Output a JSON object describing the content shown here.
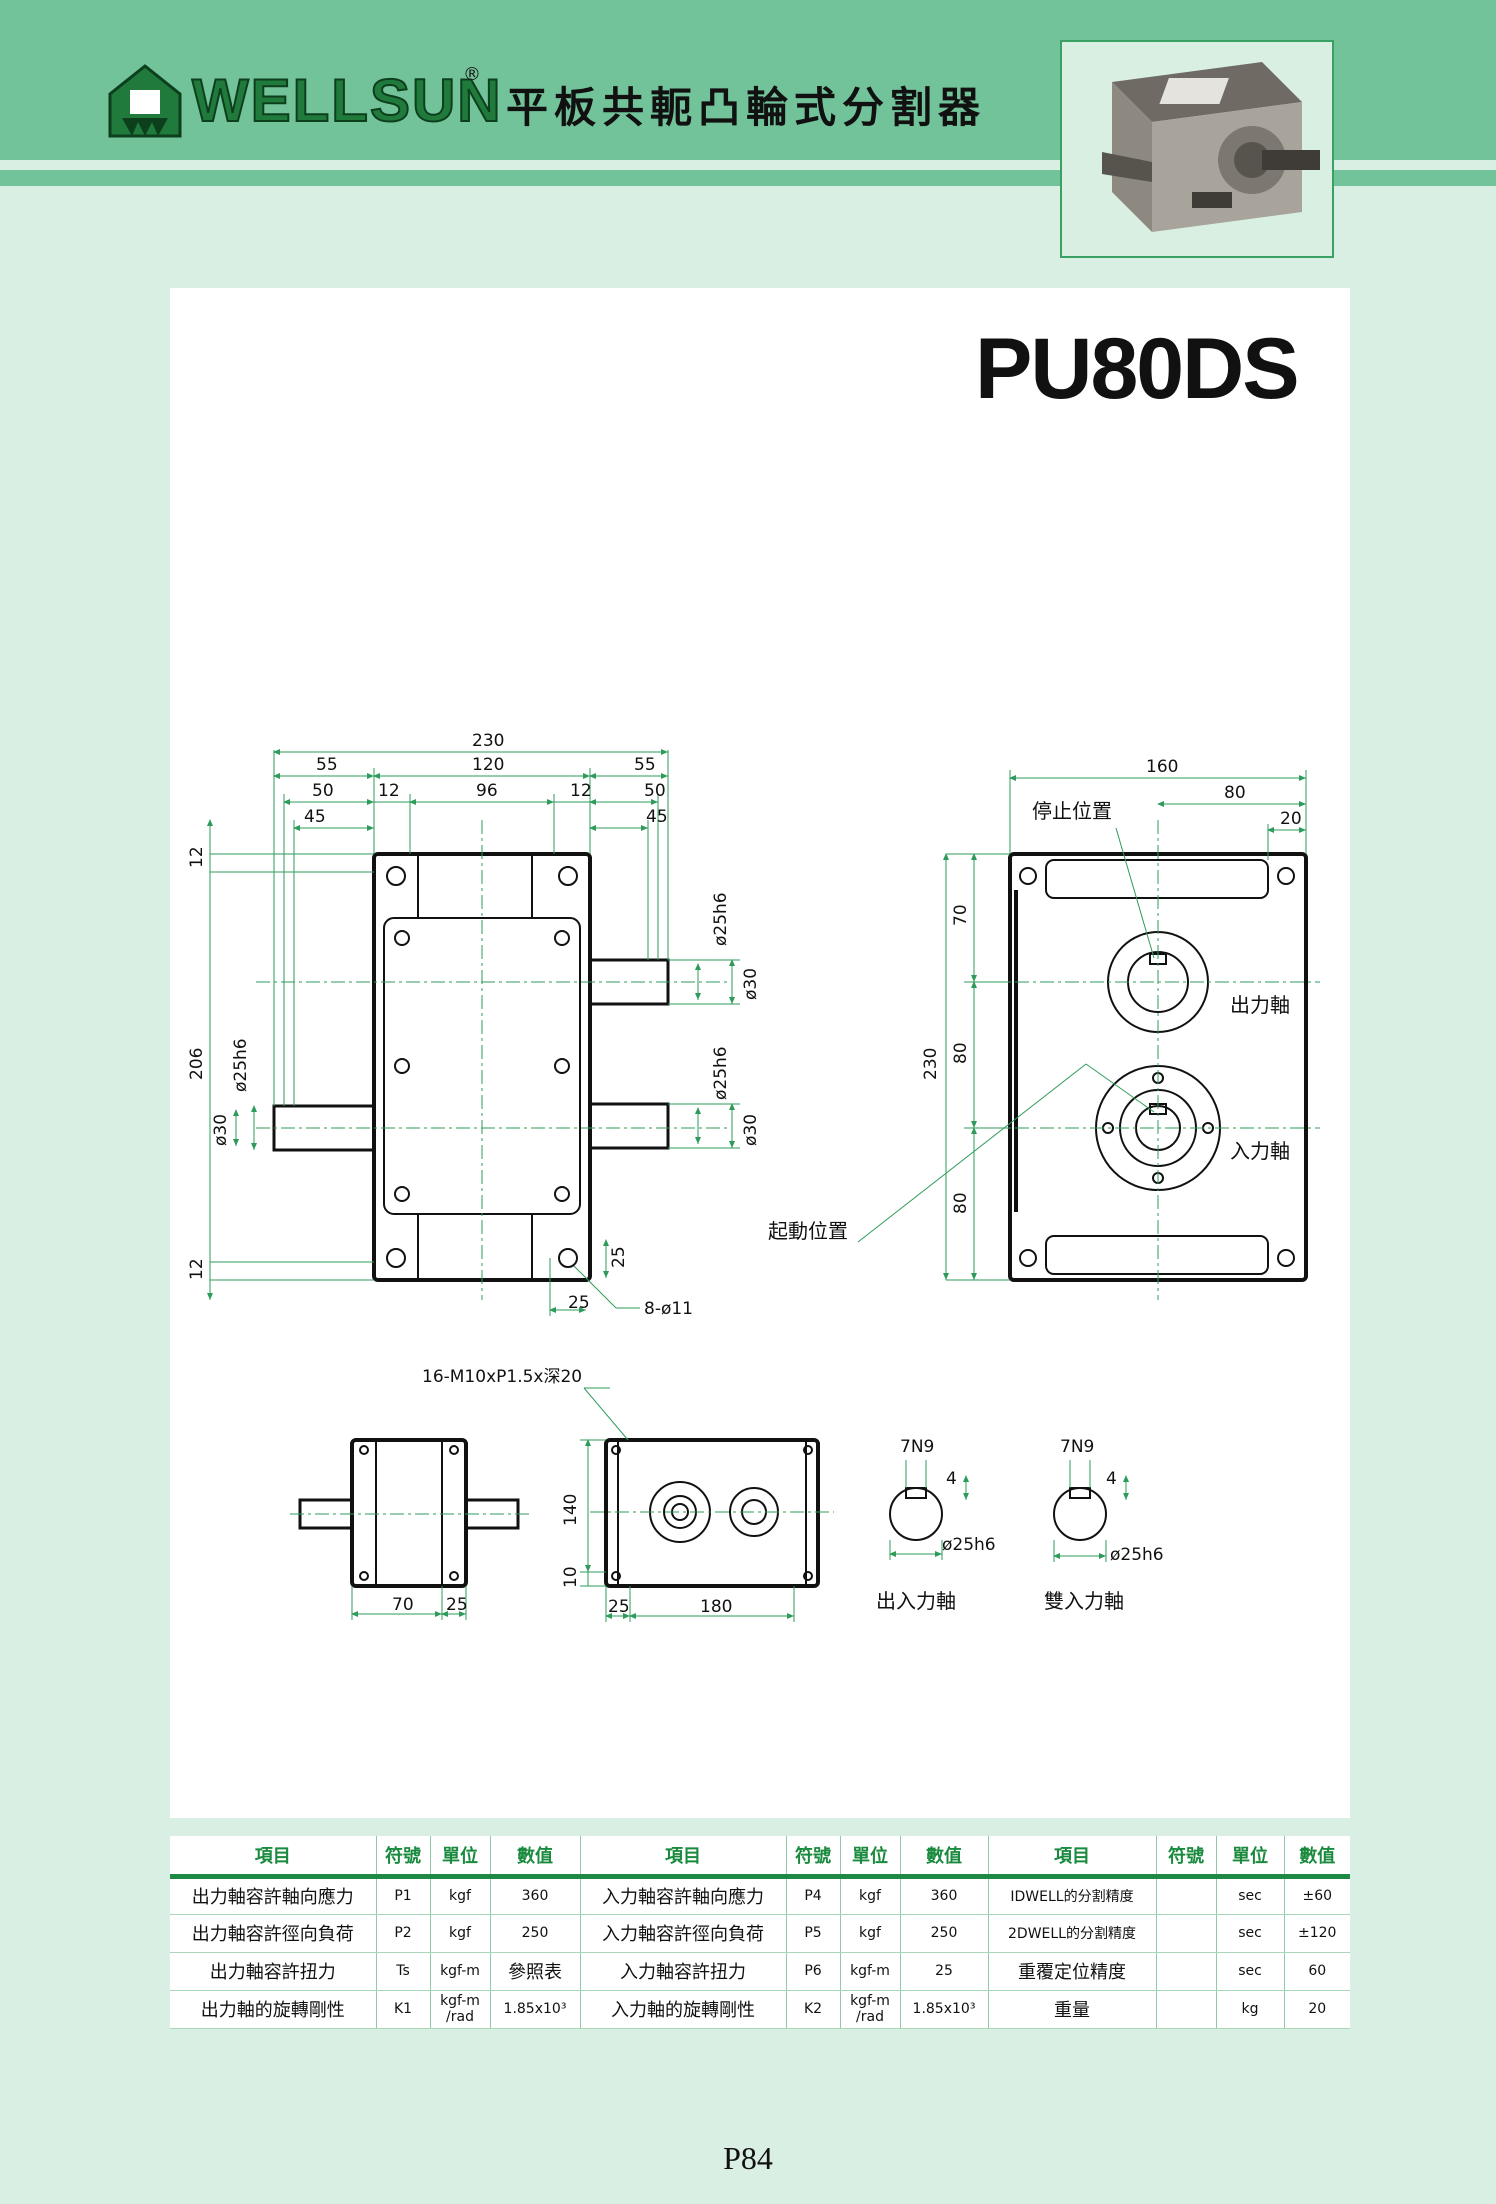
{
  "header": {
    "brand": "WELLSUN",
    "registered_mark": "®",
    "title": "平板共軛凸輪式分割器"
  },
  "model": "PU80DS",
  "drawing_labels": {
    "stop_position": "停止位置",
    "start_position": "起動位置",
    "output_shaft": "出力軸",
    "input_shaft": "入力軸",
    "thread_note": "16-M10xP1.5x深20",
    "holes_note": "8-ø11",
    "io_shaft_caption": "出入力軸",
    "dual_input_caption": "雙入力軸",
    "keyway": "7N9",
    "key_depth": "4",
    "shaft_fit": "ø25h6"
  },
  "front_view_dims": {
    "overall_width": "230",
    "center_width": "120",
    "left_ext": "55",
    "right_ext": "55",
    "left_50": "50",
    "right_50": "50",
    "left_45": "45",
    "right_45": "45",
    "flange_12_left": "12",
    "flange_12_right": "12",
    "inner_96": "96",
    "height_206": "206",
    "top_12": "12",
    "bottom_12": "12",
    "shaft_fit_top": "ø25h6",
    "shaft_dia_top": "ø30",
    "shaft_fit_mid": "ø25h6",
    "shaft_dia_mid": "ø30",
    "shaft_fit_left": "ø25h6",
    "shaft_dia_left": "ø30",
    "hole_offset_x": "25",
    "hole_offset_y": "25"
  },
  "side_view_dims": {
    "width_160": "160",
    "half_80": "80",
    "edge_20": "20",
    "height_230": "230",
    "upper_70": "70",
    "mid_80": "80",
    "low_80": "80"
  },
  "bottom_view_dims": {
    "d70": "70",
    "d25a": "25",
    "h140": "140",
    "h10": "10",
    "d25b": "25",
    "d180": "180"
  },
  "table": {
    "headers": [
      "項目",
      "符號",
      "單位",
      "數值",
      "項目",
      "符號",
      "單位",
      "數值",
      "項目",
      "符號",
      "單位",
      "數值"
    ],
    "rows": [
      [
        "出力軸容許軸向應力",
        "P1",
        "kgf",
        "360",
        "入力軸容許軸向應力",
        "P4",
        "kgf",
        "360",
        "IDWELL的分割精度",
        "",
        "sec",
        "±60"
      ],
      [
        "出力軸容許徑向負荷",
        "P2",
        "kgf",
        "250",
        "入力軸容許徑向負荷",
        "P5",
        "kgf",
        "250",
        "2DWELL的分割精度",
        "",
        "sec",
        "±120"
      ],
      [
        "出力軸容許扭力",
        "Ts",
        "kgf-m",
        "參照表",
        "入力軸容許扭力",
        "P6",
        "kgf-m",
        "25",
        "重覆定位精度",
        "",
        "sec",
        "60"
      ],
      [
        "出力軸的旋轉剛性",
        "K1",
        "kgf-m /rad",
        "1.85x10³",
        "入力軸的旋轉剛性",
        "K2",
        "kgf-m /rad",
        "1.85x10³",
        "重量",
        "",
        "kg",
        "20"
      ]
    ]
  },
  "page_number": "P84",
  "colors": {
    "band_green": "#72c39a",
    "background_mint": "#d9efe3",
    "dimension_green": "#2e9b5b",
    "table_header_green": "#1a8a3e"
  }
}
